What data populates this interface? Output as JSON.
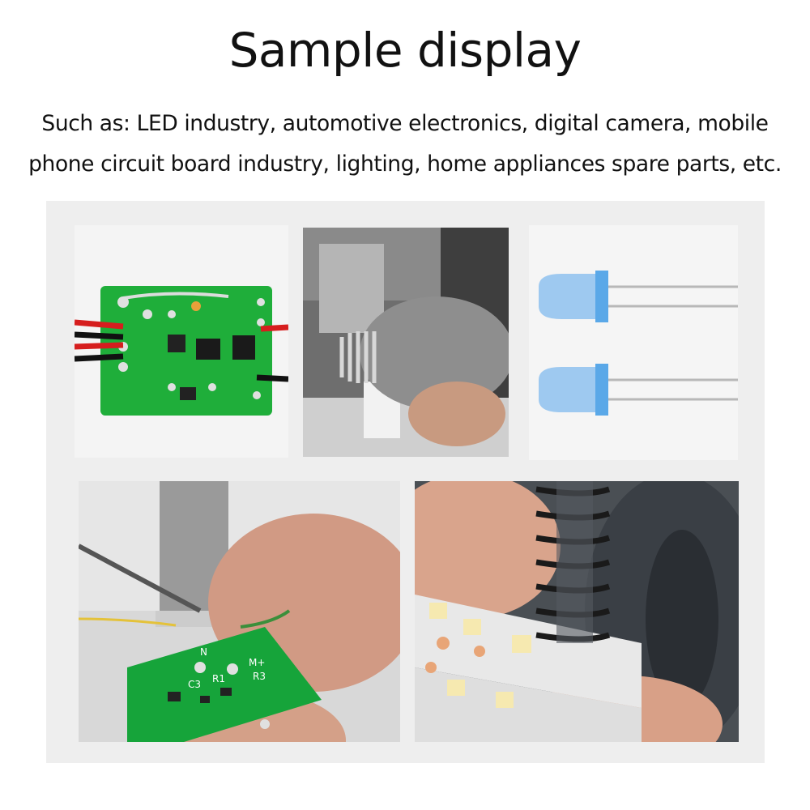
{
  "header": {
    "title": "Sample display",
    "description_line1": "Such as: LED industry, automotive electronics,  digital camera, mobile",
    "description_line2": "phone circuit board industry, lighting, home appliances spare parts, etc."
  },
  "gallery": {
    "photos": [
      {
        "name": "pcb-photo"
      },
      {
        "name": "bulb-socket-photo"
      },
      {
        "name": "led-diodes-photo"
      },
      {
        "name": "soldering-pcb-photo"
      },
      {
        "name": "led-strip-soldering-photo"
      }
    ],
    "pcb_labels": [
      "C3",
      "R1",
      "R3",
      "M+",
      "N"
    ]
  },
  "colors": {
    "panel_background": "#eeeeee",
    "pcb_green": "#1fae3a",
    "led_blue": "#5aa8e8"
  }
}
